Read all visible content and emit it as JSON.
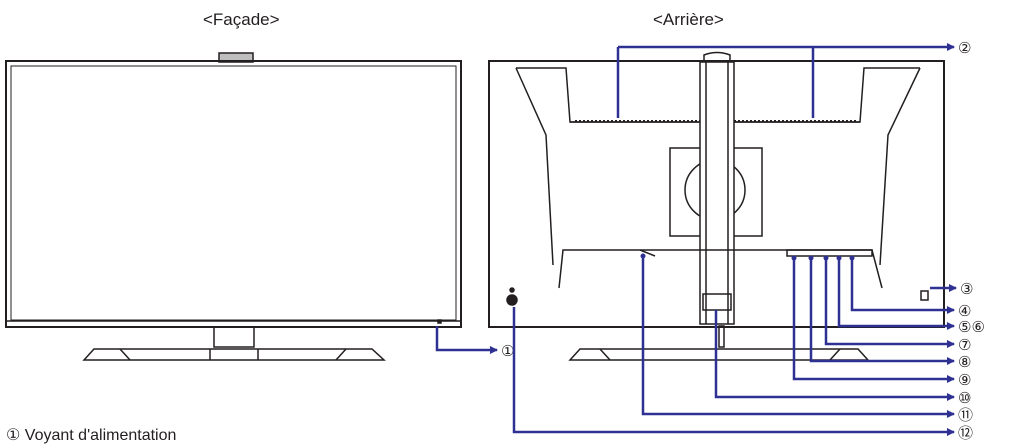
{
  "front_label": "<Façade>",
  "rear_label": "<Arrière>",
  "callouts": [
    "②",
    "③",
    "④",
    "⑤⑥",
    "⑦",
    "⑧",
    "⑨",
    "⑩",
    "⑪",
    "⑫"
  ],
  "front_callout": "①",
  "legend_1": "① Voyant d'alimentation",
  "colors": {
    "line": "#2e3192",
    "outline": "#231f20"
  }
}
